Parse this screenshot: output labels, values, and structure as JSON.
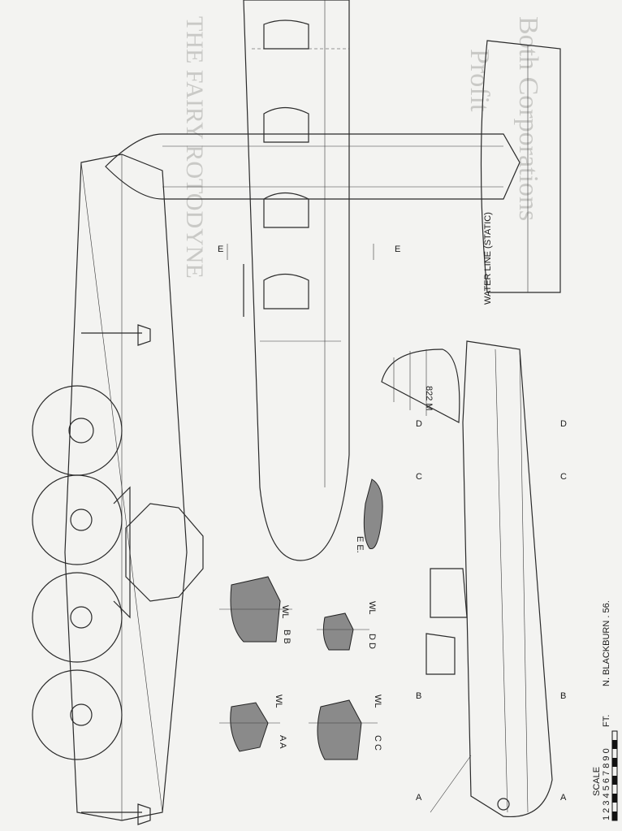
{
  "ghost_text": {
    "heading_left": "THE FAIRY ROTODYNE",
    "heading_right": "Both Corporations",
    "heading_right_2": "Profit"
  },
  "drawing": {
    "water_line": "WATER LINE (STATIC)",
    "registration": "822 M",
    "wl": "WL",
    "sections": {
      "aa": "A A",
      "bb": "B B",
      "cc": "C C",
      "dd": "D D",
      "ee": "E E."
    },
    "markers": {
      "a": "A",
      "b": "B",
      "c": "C",
      "d": "D",
      "e": "E"
    }
  },
  "scale": {
    "title": "SCALE",
    "digits": "1 2 3 4 5 6 7 8 9 0",
    "unit": "FT.",
    "credit": "N. BLACKBURN . 56."
  }
}
